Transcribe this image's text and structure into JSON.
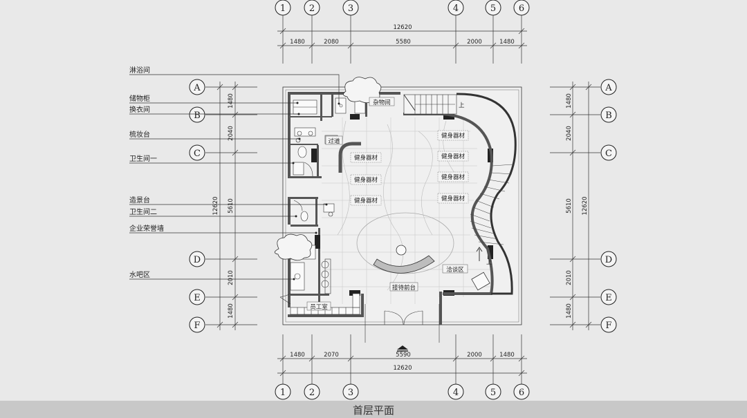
{
  "title": "首层平面",
  "axes": {
    "numbers": [
      "1",
      "2",
      "3",
      "4",
      "5",
      "6"
    ],
    "letters": [
      "A",
      "B",
      "C",
      "D",
      "E",
      "F"
    ]
  },
  "dimensions": {
    "top_total": "12620",
    "top_segments": [
      "1480",
      "2080",
      "5580",
      "2000",
      "1480"
    ],
    "bottom_total": "12620",
    "bottom_segments": [
      "1480",
      "2070",
      "5590",
      "2000",
      "1480"
    ],
    "left_total": "12620",
    "left_segments": [
      "1480",
      "2040",
      "5610",
      "2010",
      "1480"
    ],
    "right_total": "12620",
    "right_segments": [
      "1480",
      "2040",
      "5610",
      "2010",
      "1480"
    ]
  },
  "callouts": [
    "淋浴间",
    "储物柜",
    "换衣间",
    "梳妆台",
    "卫生间一",
    "造景台",
    "卫生间二",
    "企业荣誉墙",
    "水吧区"
  ],
  "rooms": {
    "storage": "杂物间",
    "corridor": "过道",
    "equipment": "健身器材",
    "lounge": "洽谈区",
    "reception": "接待前台",
    "staff": "员工室",
    "stair_up": "上"
  }
}
